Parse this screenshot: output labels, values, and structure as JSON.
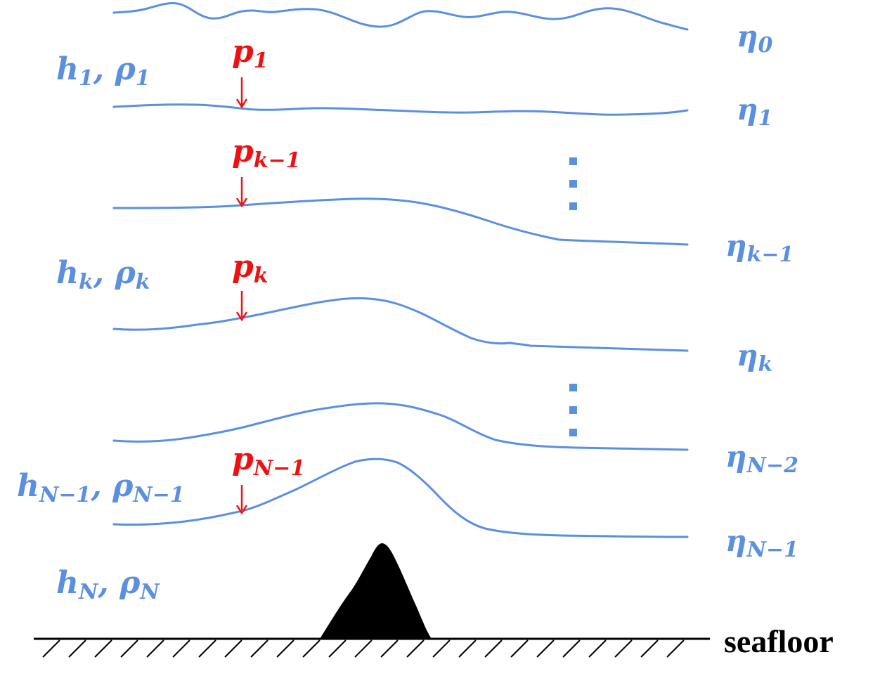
{
  "colors": {
    "interface": "#5b8fe0",
    "pressure": "#ee1111",
    "seafloor": "#000000"
  },
  "interfaces": [
    {
      "symbol": "η",
      "sub": "0"
    },
    {
      "symbol": "η",
      "sub": "1"
    },
    {
      "symbol": "η",
      "sub": "k−1"
    },
    {
      "symbol": "η",
      "sub": "k"
    },
    {
      "symbol": "η",
      "sub": "N−2"
    },
    {
      "symbol": "η",
      "sub": "N−1"
    }
  ],
  "layers": [
    {
      "h": "h",
      "h_sub": "1",
      "sep": ", ",
      "rho": "ρ",
      "rho_sub": "1"
    },
    {
      "h": "h",
      "h_sub": "k",
      "sep": ", ",
      "rho": "ρ",
      "rho_sub": "k"
    },
    {
      "h": "h",
      "h_sub": "N−1",
      "sep": ", ",
      "rho": "ρ",
      "rho_sub": "N−1"
    },
    {
      "h": "h",
      "h_sub": "N",
      "sep": ", ",
      "rho": "ρ",
      "rho_sub": "N"
    }
  ],
  "pressures": [
    {
      "symbol": "p",
      "sub": "1"
    },
    {
      "symbol": "p",
      "sub": "k−1"
    },
    {
      "symbol": "p",
      "sub": "k"
    },
    {
      "symbol": "p",
      "sub": "N−1"
    }
  ],
  "seafloor_label": "seafloor"
}
